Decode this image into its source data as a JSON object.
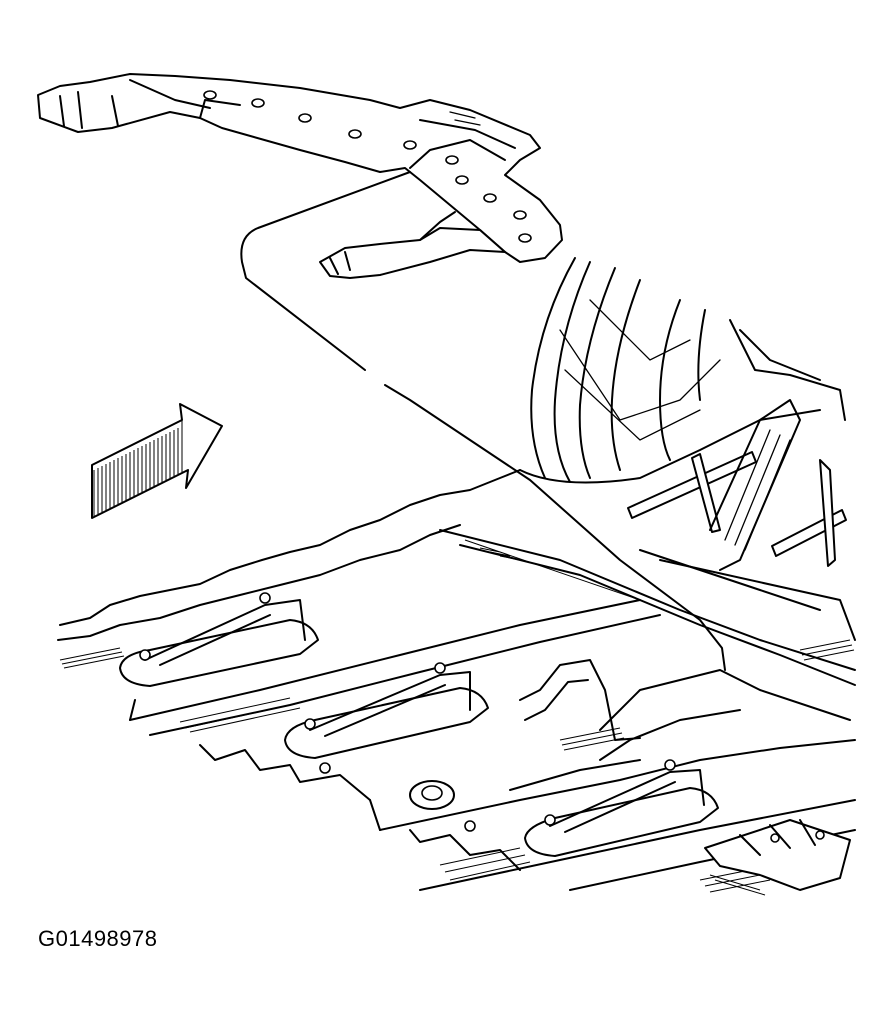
{
  "figure": {
    "id": "G01498978"
  },
  "parts": [
    "crossmember-bracket",
    "floor-panel",
    "front-direction-arrow",
    "seat-mount-risers"
  ],
  "colors": {
    "ink": "#000000",
    "paper": "#ffffff"
  }
}
